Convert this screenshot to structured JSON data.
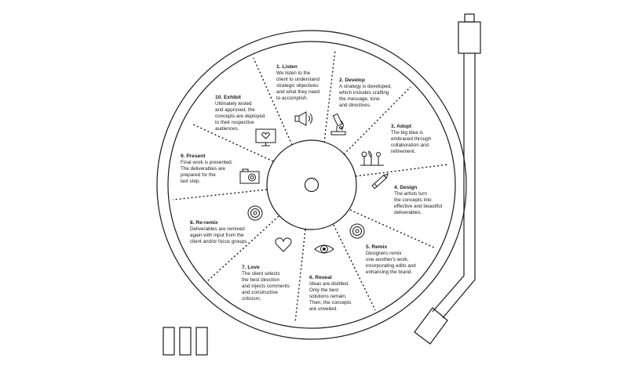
{
  "steps": [
    {
      "title": "1. Listen",
      "lines": [
        "We listen to the",
        "client to understand",
        "strategic objectives",
        "and what they need",
        "to accomplish."
      ],
      "icon": "megaphone-icon"
    },
    {
      "title": "2. Develop",
      "lines": [
        "A strategy is developed,",
        "which includes crafting",
        "the message, tone",
        "and directives."
      ],
      "icon": "microscope-icon"
    },
    {
      "title": "3. Adopt",
      "lines": [
        "The big idea is",
        "embraced through",
        "collaboration and",
        "refinement."
      ],
      "icon": "plants-icon"
    },
    {
      "title": "4. Design",
      "lines": [
        "The artists turn",
        "the concepts into",
        "effective and beautiful",
        "deliverables."
      ],
      "icon": "pencil-icon"
    },
    {
      "title": "5. Remix",
      "lines": [
        "Designers remix",
        "one another's work,",
        "incorporating edits and",
        "enhancing the brand."
      ],
      "icon": "vinyl-record-icon"
    },
    {
      "title": "6. Reveal",
      "lines": [
        "Ideas are distilled.",
        "Only the best",
        "solutions remain.",
        "Then, the concepts",
        "are unveiled."
      ],
      "icon": "eye-icon"
    },
    {
      "title": "7. Love",
      "lines": [
        "The client selects",
        "the best direction",
        "and injects comments",
        "and constructive",
        "criticism."
      ],
      "icon": "heart-icon"
    },
    {
      "title": "8. Re-remix",
      "lines": [
        "Deliverables are remixed",
        "again with input from the",
        "client and/or focus groups."
      ],
      "icon": "vinyl-record-icon"
    },
    {
      "title": "9. Present",
      "lines": [
        "Final work is presented.",
        "The deliverables are",
        "prepared for the",
        "last step."
      ],
      "icon": "camera-icon"
    },
    {
      "title": "10. Exhibit",
      "lines": [
        "Ultimately tested",
        "and approved, the",
        "concepts are deployed",
        "to their respective",
        "audiences."
      ],
      "icon": "monitor-heart-icon"
    }
  ]
}
